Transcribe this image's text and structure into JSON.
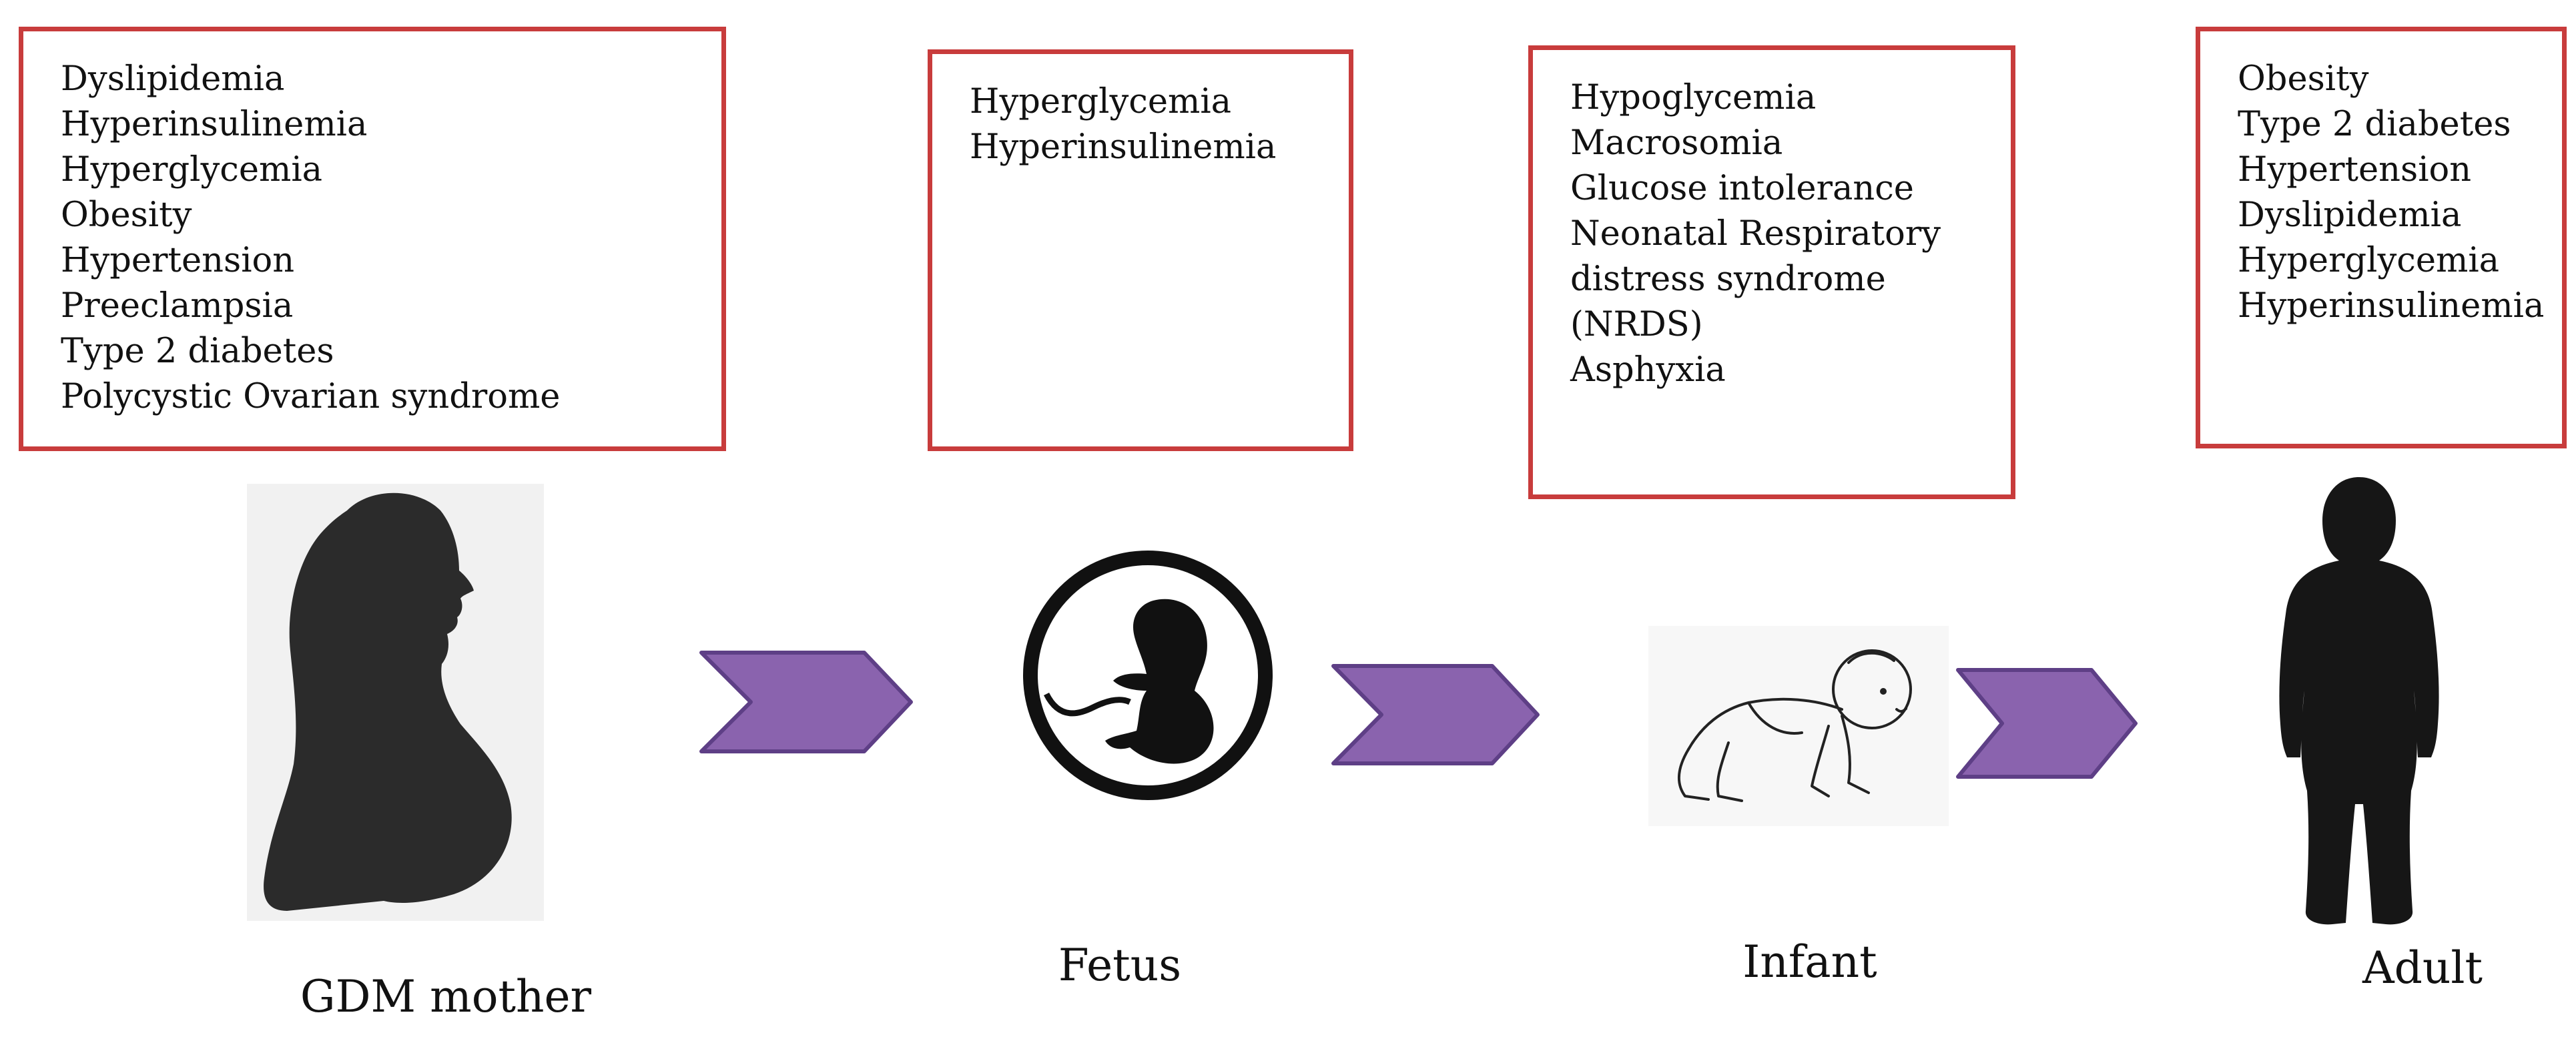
{
  "colors": {
    "box_border": "#c83c3c",
    "chevron_fill": "#8a63ae",
    "chevron_stroke": "#5e3f86",
    "silhouette": "#2b2b2b"
  },
  "stages": [
    {
      "label": "GDM mother",
      "icon": "pregnant-woman-icon",
      "conditions": [
        "Dyslipidemia",
        "Hyperinsulinemia",
        "Hyperglycemia",
        "Obesity",
        "Hypertension",
        "Preeclampsia",
        "Type 2 diabetes",
        "Polycystic Ovarian syndrome"
      ]
    },
    {
      "label": "Fetus",
      "icon": "fetus-icon",
      "conditions": [
        "Hyperglycemia",
        "Hyperinsulinemia"
      ]
    },
    {
      "label": "Infant",
      "icon": "crawling-baby-icon",
      "conditions": [
        "Hypoglycemia",
        "Macrosomia",
        "Glucose intolerance",
        "Neonatal Respiratory",
        "distress syndrome",
        "(NRDS)",
        "Asphyxia"
      ]
    },
    {
      "label": "Adult",
      "icon": "obese-adult-icon",
      "conditions": [
        "Obesity",
        "Type 2 diabetes",
        "Hypertension",
        "Dyslipidemia",
        "Hyperglycemia",
        "Hyperinsulinemia"
      ]
    }
  ]
}
